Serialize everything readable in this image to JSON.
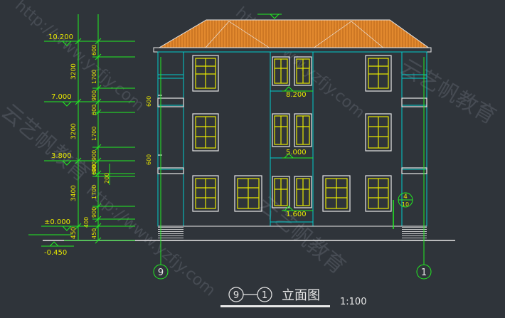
{
  "diagram": {
    "title": "立面图",
    "scale": "1:100",
    "title_axis_start": "9",
    "title_axis_end": "1",
    "axis_left": "9",
    "axis_right": "1",
    "detail_callout_top": "4",
    "detail_callout_bottom": "10",
    "elevation_marks": [
      {
        "label": "10.200"
      },
      {
        "label": "7.000"
      },
      {
        "label": "3.800"
      },
      {
        "label": "±0.000"
      },
      {
        "label": "-0.450"
      }
    ],
    "inner_elevations": [
      {
        "label": "8.200"
      },
      {
        "label": "5.000"
      },
      {
        "label": "1.600"
      }
    ],
    "dimensions_outer": [
      "3200",
      "3200",
      "3400",
      "450"
    ],
    "dimensions_inner": [
      "600",
      "900",
      "1700",
      "600",
      "900",
      "1700",
      "600",
      "900",
      "1700",
      "900",
      "400",
      "450"
    ],
    "dimension_200": "200",
    "side_dimensions": [
      "600",
      "600"
    ],
    "colors": {
      "background": "#2f343a",
      "dimension_green": "#22ee22",
      "wall_cyan": "#00cccc",
      "window_yellow": "#e8e800",
      "roof_orange": "#e2892e",
      "white_line": "#e8e8e8"
    }
  },
  "watermarks": [
    "http://www.yzfjy.com",
    "云艺帆教育",
    "http://www.yzfjy.com",
    "云艺帆教育",
    "http://www.yzfjy.com",
    "云艺帆教育"
  ]
}
